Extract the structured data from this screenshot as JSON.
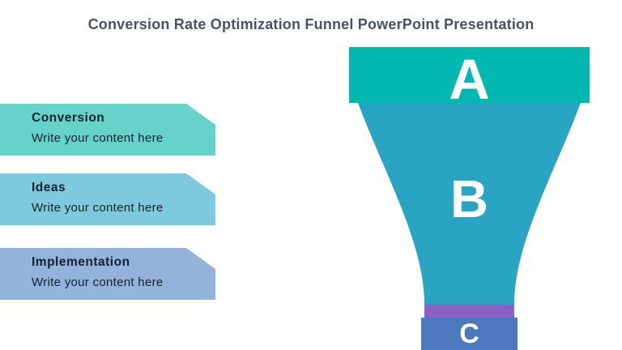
{
  "slide": {
    "title": "Conversion Rate Optimization Funnel PowerPoint Presentation",
    "colors": {
      "background": "#FFFFFF",
      "title_text": "#47536A",
      "callout_text": "#13222F",
      "funnel_letter": "#FFFFFF"
    }
  },
  "callouts": [
    {
      "label": "Conversion",
      "content": "Write your content here",
      "color": "#66D2CA"
    },
    {
      "label": "Ideas",
      "content": "Write your content here",
      "color": "#7EC9DD"
    },
    {
      "label": "Implementation",
      "content": "Write your content here",
      "color": "#93B3DB"
    }
  ],
  "funnel": {
    "stages": [
      {
        "letter": "A",
        "color": "#02B8B1"
      },
      {
        "letter": "B",
        "color": "#29A4C3"
      },
      {
        "letter": "C",
        "color": "#4C78BE"
      }
    ],
    "accent_band_color": "#8A62C3"
  }
}
